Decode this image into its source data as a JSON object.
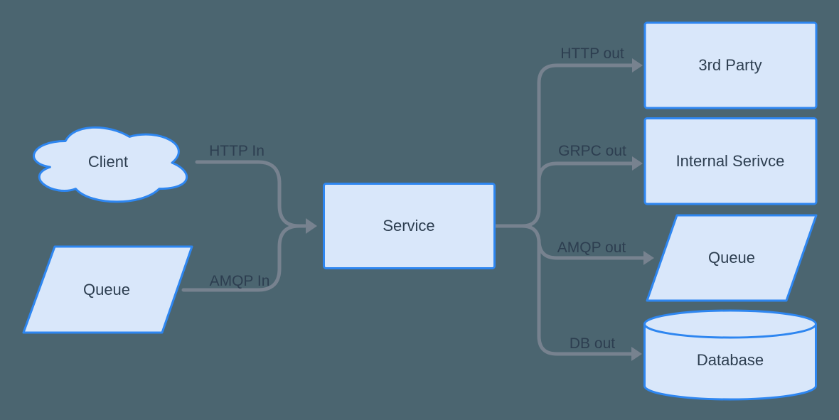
{
  "diagram": {
    "background_color": "#4B6570",
    "colors": {
      "node_fill": "#D9E7FA",
      "node_border": "#2E86F0",
      "edge_line": "#77828F",
      "label_text": "#2D3E50"
    },
    "nodes": {
      "client": {
        "label": "Client",
        "shape": "cloud"
      },
      "queue_in": {
        "label": "Queue",
        "shape": "parallelogram"
      },
      "service": {
        "label": "Service",
        "shape": "rectangle"
      },
      "third_party": {
        "label": "3rd Party",
        "shape": "rectangle"
      },
      "internal_service": {
        "label": "Internal Serivce",
        "shape": "rectangle"
      },
      "queue_out": {
        "label": "Queue",
        "shape": "parallelogram"
      },
      "database": {
        "label": "Database",
        "shape": "cylinder"
      }
    },
    "edges": {
      "http_in": {
        "label": "HTTP In",
        "from": "client",
        "to": "service"
      },
      "amqp_in": {
        "label": "AMQP In",
        "from": "queue_in",
        "to": "service"
      },
      "http_out": {
        "label": "HTTP out",
        "from": "service",
        "to": "third_party"
      },
      "grpc_out": {
        "label": "GRPC out",
        "from": "service",
        "to": "internal_service"
      },
      "amqp_out": {
        "label": "AMQP out",
        "from": "service",
        "to": "queue_out"
      },
      "db_out": {
        "label": "DB out",
        "from": "service",
        "to": "database"
      }
    }
  }
}
